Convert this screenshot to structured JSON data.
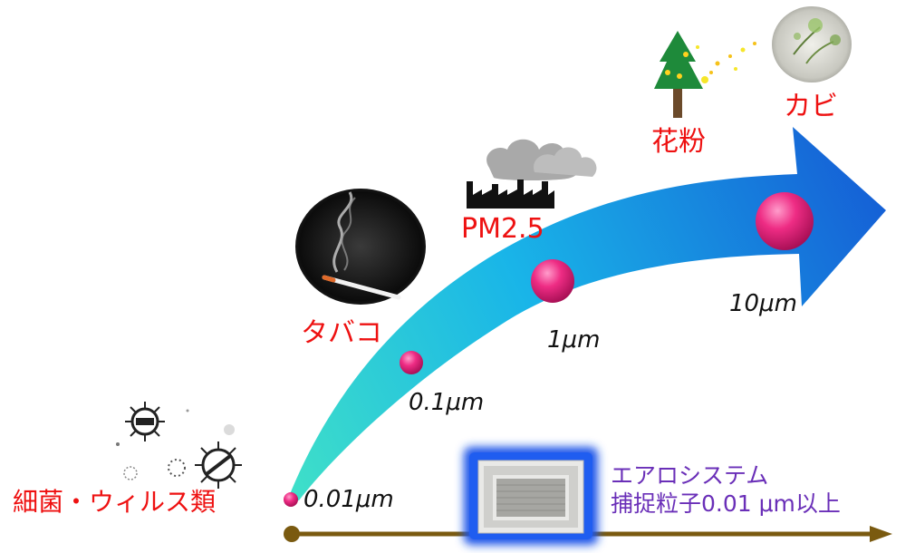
{
  "labels": {
    "tobacco": "タバコ",
    "pm25": "PM2.5",
    "pollen": "花粉",
    "mold": "カビ",
    "bacteria_virus": "細菌・ウィルス類"
  },
  "sizes": [
    "0.01μm",
    "0.1μm",
    "1μm",
    "10μm"
  ],
  "product": {
    "name": "エアロシステム",
    "capture": "捕捉粒子0.01 μm以上"
  },
  "colors": {
    "arrow_start": "#3fe0c8",
    "arrow_mid": "#19b5e8",
    "arrow_end": "#1560d6",
    "particle": "#ee2c84",
    "label_red": "#ee1111",
    "product_text": "#6a2fb8",
    "baseline": "#7a5a10",
    "unit_glow": "#1a55e8"
  },
  "icons": [
    "cigarette-smoke-icon",
    "factory-icon",
    "tree-icon",
    "mold-icon",
    "virus-icon",
    "ceiling-air-unit-icon"
  ]
}
